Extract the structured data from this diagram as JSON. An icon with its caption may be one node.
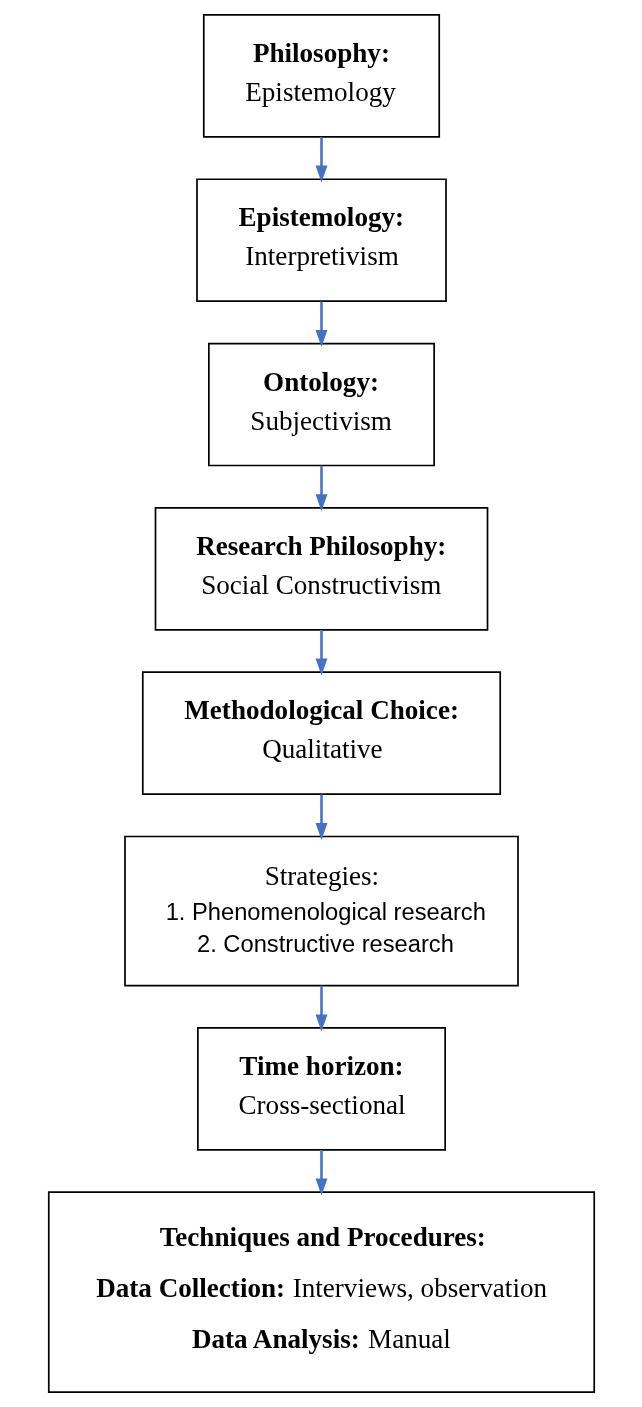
{
  "diagram": {
    "nodes": [
      {
        "text": [
          "Philosophy:",
          "Epistemology"
        ]
      },
      {
        "text": [
          "Epistemology:",
          "Interpretivism"
        ]
      },
      {
        "text": [
          "Ontology:",
          "Subjectivism"
        ]
      },
      {
        "text": [
          "Research Philosophy:",
          "Social Constructivism"
        ]
      },
      {
        "text": [
          "Methodological Choice:",
          "Qualitative"
        ]
      },
      {
        "text": [
          "Strategies:",
          "1. Phenomenological research",
          "2. Constructive research"
        ]
      },
      {
        "text": [
          "Time horizon:",
          "Cross-sectional"
        ]
      },
      {
        "text": [
          "Techniques and Procedures:",
          "**Data Collection:** Interviews, observation",
          "**Data Analysis:** Manual"
        ]
      }
    ],
    "edges": [
      {
        "from": 0,
        "to": 1,
        "arrow": "to"
      },
      {
        "from": 1,
        "to": 2,
        "arrow": "to"
      },
      {
        "from": 2,
        "to": 3,
        "arrow": "to"
      },
      {
        "from": 3,
        "to": 4,
        "arrow": "to"
      },
      {
        "from": 4,
        "to": 5,
        "arrow": "to"
      },
      {
        "from": 5,
        "to": 6,
        "arrow": "to"
      },
      {
        "from": 6,
        "to": 7,
        "arrow": "to"
      }
    ]
  }
}
